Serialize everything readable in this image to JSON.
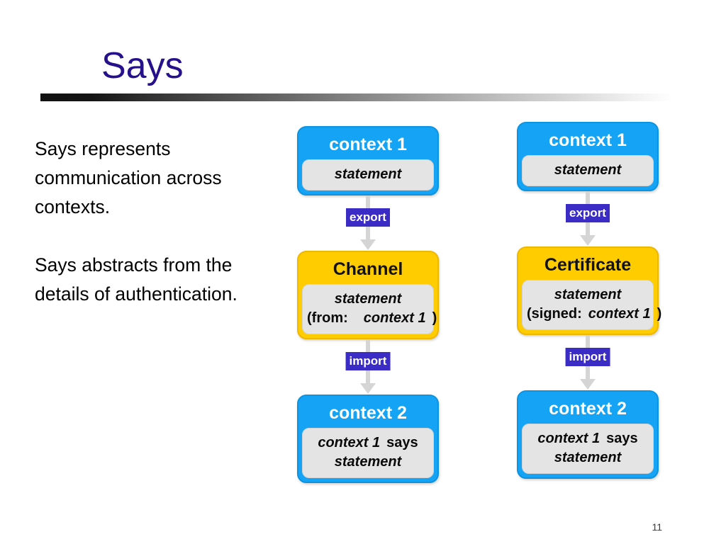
{
  "slide": {
    "title": "Says",
    "page_number": "11",
    "accent_color": "#26108C",
    "node_blue": "#14A3F5",
    "node_yellow": "#FFCC00",
    "node_body_gray": "#E4E4E4",
    "chip_purple": "#3A2CC4",
    "connector_gray": "#D5D5D5"
  },
  "body": {
    "paragraph_1": "Says represents communication across contexts.",
    "paragraph_2": "Says abstracts from the details of authentication."
  },
  "diagram": {
    "columns": [
      {
        "name": "channel-column",
        "top_node": {
          "header": "context 1",
          "body_line_1": "statement",
          "body_line_2": ""
        },
        "connector_1": {
          "label": "export"
        },
        "middle_node": {
          "header": "Channel",
          "body_line_1": "statement",
          "body_line_2_prefix": "(from:",
          "body_line_2_value": "context 1",
          "body_line_2_suffix": ")"
        },
        "connector_2": {
          "label": "import"
        },
        "bottom_node": {
          "header": "context 2",
          "body_line_1_value": "context 1",
          "body_line_1_verb": "says",
          "body_line_2": "statement"
        }
      },
      {
        "name": "certificate-column",
        "top_node": {
          "header": "context 1",
          "body_line_1": "statement",
          "body_line_2": ""
        },
        "connector_1": {
          "label": "export"
        },
        "middle_node": {
          "header": "Certificate",
          "body_line_1": "statement",
          "body_line_2_prefix": "(signed:",
          "body_line_2_value": "context 1",
          "body_line_2_suffix": ")"
        },
        "connector_2": {
          "label": "import"
        },
        "bottom_node": {
          "header": "context 2",
          "body_line_1_value": "context 1",
          "body_line_1_verb": "says",
          "body_line_2": "statement"
        }
      }
    ]
  }
}
